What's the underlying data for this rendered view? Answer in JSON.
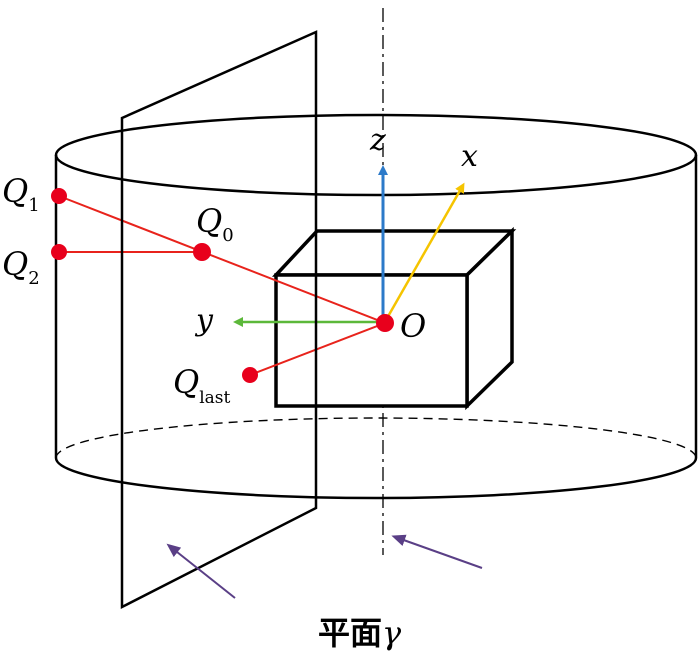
{
  "diagram": {
    "colors": {
      "outline": "#000000",
      "ray": "#e8231c",
      "point": "#e8001c",
      "axis_z": "#2c7ac9",
      "axis_x": "#f5c400",
      "axis_y": "#5cb83a",
      "pointer_arrow": "#5a3f86"
    },
    "axes": {
      "z": "z",
      "x": "x",
      "y": "y"
    },
    "origin_label": "O",
    "points": {
      "q1": {
        "main": "Q",
        "sub": "1"
      },
      "q2": {
        "main": "Q",
        "sub": "2"
      },
      "q0": {
        "main": "Q",
        "sub": "0"
      },
      "qlast": {
        "main": "Q",
        "sub": "last"
      }
    },
    "plane_label": {
      "prefix": "平面",
      "symbol": "γ"
    }
  }
}
